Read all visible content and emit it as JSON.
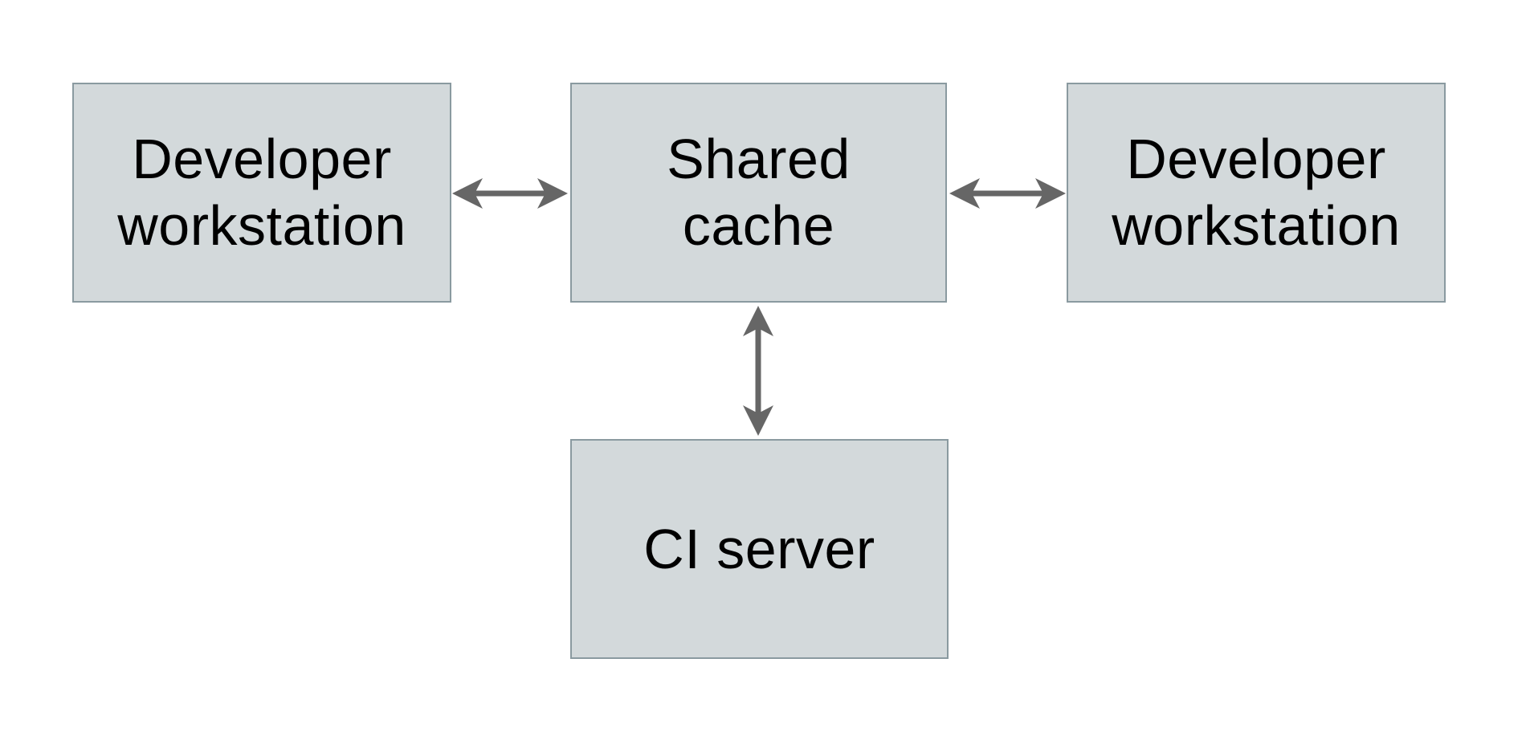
{
  "diagram": {
    "nodes": {
      "dev_left": {
        "label": "Developer\nworkstation"
      },
      "shared_cache": {
        "label": "Shared\ncache"
      },
      "dev_right": {
        "label": "Developer\nworkstation"
      },
      "ci_server": {
        "label": "CI server"
      }
    },
    "edges": [
      {
        "from": "dev_left",
        "to": "shared_cache",
        "type": "bidirectional"
      },
      {
        "from": "shared_cache",
        "to": "dev_right",
        "type": "bidirectional"
      },
      {
        "from": "shared_cache",
        "to": "ci_server",
        "type": "bidirectional"
      }
    ],
    "colors": {
      "background": "#ffffff",
      "box_fill": "#d3d9db",
      "box_border": "#8a9aa0",
      "arrow": "#666666",
      "text": "#000000"
    }
  }
}
